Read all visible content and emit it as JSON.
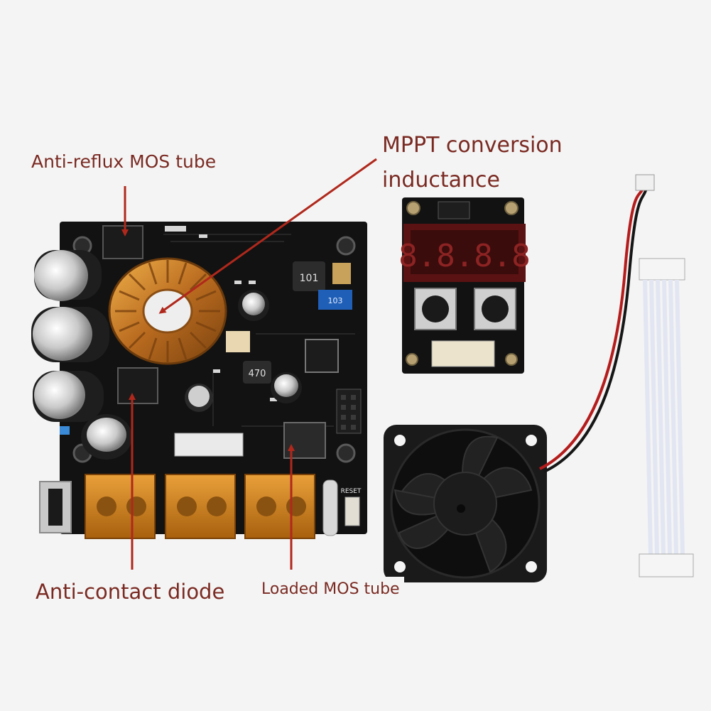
{
  "annotations": {
    "anti_reflux": "Anti-reflux MOS tube",
    "mppt_line1": "MPPT conversion",
    "mppt_line2": "inductance",
    "anti_contact": "Anti-contact diode",
    "loaded": "Loaded MOS tube"
  },
  "board_marks": {
    "reset": "RESET",
    "inductor_code": "101",
    "inductor_code_2": "470",
    "pot_code": "103",
    "display_digits": "8.8.8.8"
  },
  "colors": {
    "background": "#f4f4f4",
    "pcb": "#121212",
    "annotation_red": "#b0281c",
    "label_text": "#7a2a22",
    "copper": "#c9852a",
    "terminal_orange": "#d98a1c",
    "fan_black": "#1a1a1a",
    "cable_white": "#f2f2f2",
    "display_red": "#7a1818"
  }
}
